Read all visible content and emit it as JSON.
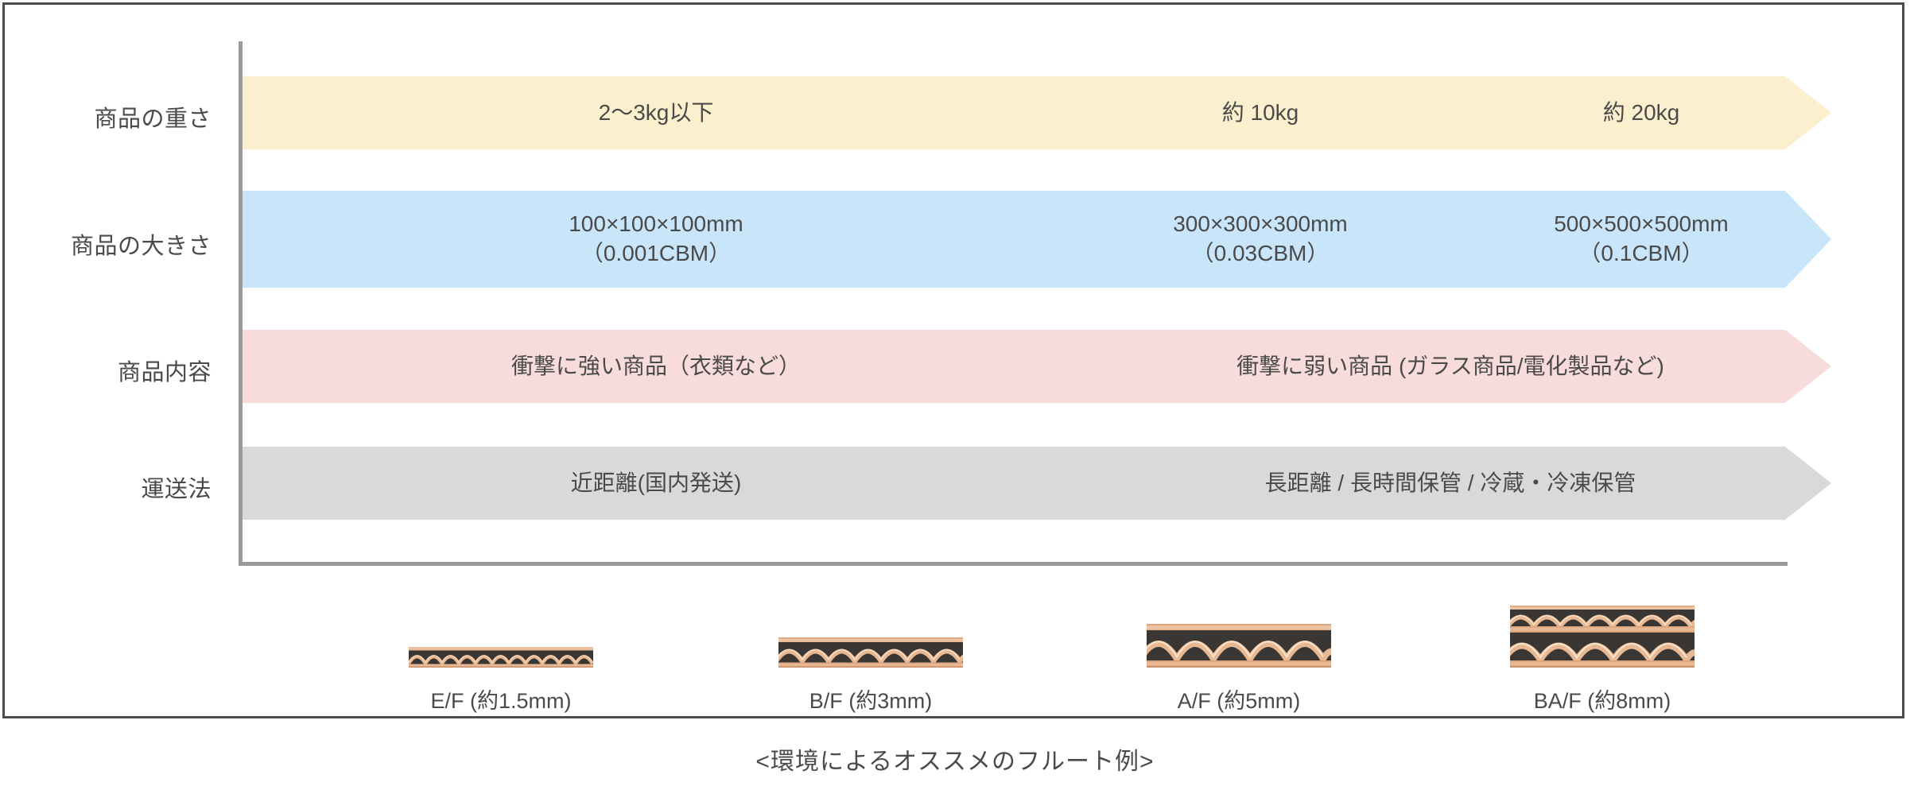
{
  "figure": {
    "caption": "<環境によるオススメのフルート例>"
  },
  "chart_data": {
    "type": "table",
    "title": "<環境によるオススメのフルート例>",
    "xlabel": "",
    "ylabel": "",
    "grid": false,
    "legend": "none",
    "categories": [
      "E/F (約1.5mm)",
      "B/F (約3mm)",
      "A/F (約5mm)",
      "BA/F (約8mm)"
    ],
    "row_labels": [
      "商品の重さ",
      "商品の大きさ",
      "商品内容",
      "運送法"
    ],
    "rows": [
      {
        "label": "商品の重さ",
        "color": "#fbefcd",
        "cells": [
          {
            "text": "2〜3kg以下",
            "start_pct": 0.0,
            "width_pct": 0.52
          },
          {
            "text": "約 10kg",
            "start_pct": 0.52,
            "width_pct": 0.24
          },
          {
            "text": "約 20kg",
            "start_pct": 0.76,
            "width_pct": 0.24
          }
        ]
      },
      {
        "label": "商品の大きさ",
        "color": "#c8e5fa",
        "cells": [
          {
            "text": "100×100×100mm\n（0.001CBM）",
            "start_pct": 0.0,
            "width_pct": 0.52
          },
          {
            "text": "300×300×300mm\n（0.03CBM）",
            "start_pct": 0.52,
            "width_pct": 0.24
          },
          {
            "text": "500×500×500mm\n（0.1CBM）",
            "start_pct": 0.76,
            "width_pct": 0.24
          }
        ]
      },
      {
        "label": "商品内容",
        "color": "#f7dcdb",
        "cells": [
          {
            "text": "衝撃に強い商品（衣類など）",
            "start_pct": 0.0,
            "width_pct": 0.52
          },
          {
            "text": "衝撃に弱い商品 (ガラス商品/電化製品など)",
            "start_pct": 0.52,
            "width_pct": 0.48
          }
        ]
      },
      {
        "label": "運送法",
        "color": "#d9d9d9",
        "cells": [
          {
            "text": "近距離(国内発送)",
            "start_pct": 0.0,
            "width_pct": 0.52
          },
          {
            "text": "長距離 / 長時間保管 / 冷蔵・冷凍保管",
            "start_pct": 0.52,
            "width_pct": 0.48
          }
        ]
      }
    ],
    "flutes": [
      {
        "name": "E/F (約1.5mm)",
        "icon": "corrugated-board-icon",
        "walls": 1,
        "board_height": 22,
        "waves": 11,
        "thickness_mm": 1.5
      },
      {
        "name": "B/F (約3mm)",
        "icon": "corrugated-board-icon",
        "walls": 1,
        "board_height": 34,
        "waves": 7,
        "thickness_mm": 3
      },
      {
        "name": "A/F (約5mm)",
        "icon": "corrugated-board-icon",
        "walls": 1,
        "board_height": 50,
        "waves": 5,
        "thickness_mm": 5
      },
      {
        "name": "BA/F (約8mm)",
        "icon": "double-wall-corrugated-board-icon",
        "walls": 2,
        "board_height": 72,
        "waves": 6,
        "thickness_mm": 8
      }
    ],
    "axis": {
      "y_axis_color": "#999999",
      "x_axis_color": "#999999"
    },
    "colors": {
      "weight_band": "#fbefcd",
      "size_band": "#c8e5fa",
      "content_band": "#f7dcdb",
      "shipping_band": "#d9d9d9",
      "text": "#4a4a4a",
      "frame": "#4d4d4d",
      "flute_paper": "#e0ae86",
      "flute_paper_light": "#f0c9a8",
      "flute_core": "#3a3633"
    }
  }
}
